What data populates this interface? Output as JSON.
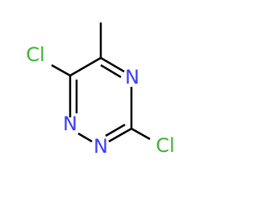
{
  "molecule": {
    "atoms": {
      "cl_left": {
        "symbol": "Cl",
        "color": "#3cb531"
      },
      "n_upper_right": {
        "symbol": "N",
        "color": "#3c3cff"
      },
      "n_bottom_left": {
        "symbol": "N",
        "color": "#3c3cff"
      },
      "n_bottom_right": {
        "symbol": "N",
        "color": "#3c3cff"
      },
      "cl_right": {
        "symbol": "Cl",
        "color": "#3cb531"
      }
    },
    "bond_color": "#000000"
  }
}
